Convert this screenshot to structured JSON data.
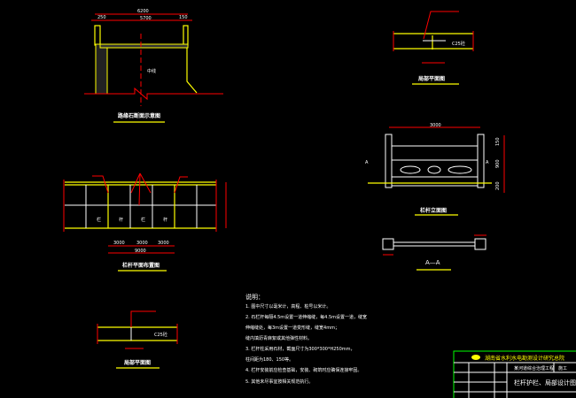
{
  "drawing": {
    "section_view": {
      "title": "路缘石断面示意图",
      "dims": [
        "6200",
        "250",
        "5700",
        "150"
      ],
      "label_center": "中线"
    },
    "plan_top": {
      "title": "局部平面图",
      "label": "C25砼"
    },
    "elevation": {
      "title": "栏杆立面图",
      "dim_top": "3000",
      "dims_right": [
        "150",
        "900",
        "200"
      ]
    },
    "section_aa": {
      "title": "A—A",
      "marker": "A"
    },
    "plan_strip": {
      "title": "栏杆平面布置图",
      "dims": [
        "3000",
        "3000",
        "3000"
      ],
      "dim_total": "9000",
      "cells": [
        "栏",
        "杆",
        "栏",
        "杆"
      ]
    },
    "plan_bottom": {
      "title": "局部平面图",
      "label": "C25砼"
    },
    "notes": {
      "heading": "说明：",
      "items": [
        "1. 图中尺寸以毫米计，高程、桩号以米计。",
        "2. 石栏杆每隔4.5m设置一道伸缩缝，每4.5m设置一道，缝宽",
        "   伸缩缝处，每3m设置一道变形缝，缝宽4mm；",
        "   缝内填沥青麻絮或其他弹性材料。",
        "3. 栏杆柱采用石材，截面尺寸为300*300*H250mm，",
        "   柱间距为180、150等。",
        "4. 栏杆安装前应检查基础，安装、砌筑时应确保连接牢固。",
        "5. 其他未尽事宜按相关规范执行。"
      ]
    },
    "title_block": {
      "company": "湖南省水利水电勘测设计研究总院",
      "project": "某河道综合治理工程",
      "drawing_name": "栏杆护栏、局部设计图",
      "stage": "施工"
    }
  },
  "colors": {
    "background": "#000000",
    "line": "#ffffff",
    "yellow": "#ffff00",
    "red": "#ff0000",
    "green": "#00ff00"
  }
}
